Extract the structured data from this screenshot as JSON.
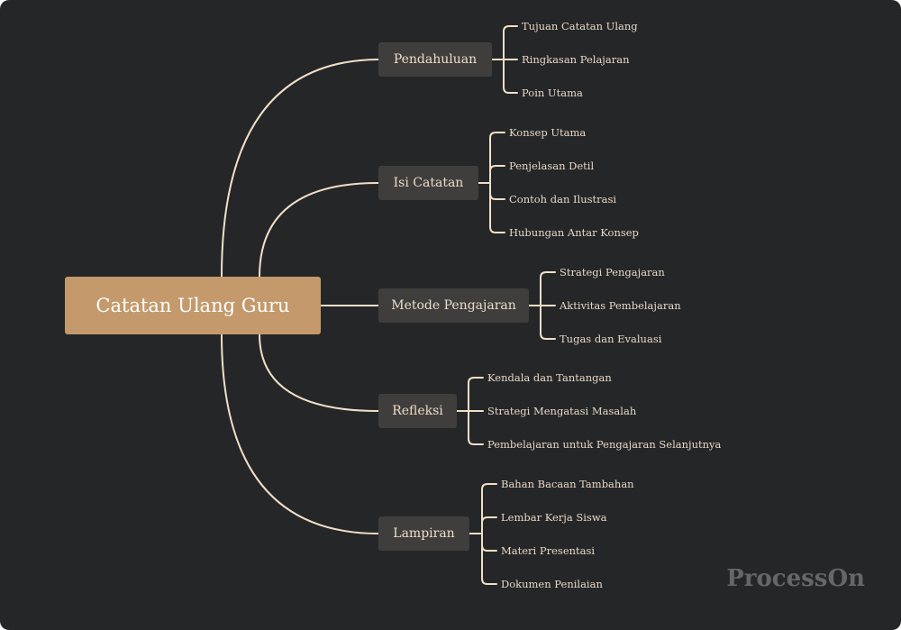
{
  "mindmap": {
    "root": "Catatan Ulang Guru",
    "branches": [
      {
        "label": "Pendahuluan",
        "children": [
          "Tujuan Catatan Ulang",
          "Ringkasan Pelajaran",
          "Poin Utama"
        ]
      },
      {
        "label": "Isi Catatan",
        "children": [
          "Konsep Utama",
          "Penjelasan Detil",
          "Contoh dan Ilustrasi",
          "Hubungan Antar Konsep"
        ]
      },
      {
        "label": "Metode Pengajaran",
        "children": [
          "Strategi Pengajaran",
          "Aktivitas Pembelajaran",
          "Tugas dan Evaluasi"
        ]
      },
      {
        "label": "Refleksi",
        "children": [
          "Kendala dan Tantangan",
          "Strategi Mengatasi Masalah",
          "Pembelajaran untuk Pengajaran Selanjutnya"
        ]
      },
      {
        "label": "Lampiran",
        "children": [
          "Bahan Bacaan Tambahan",
          "Lembar Kerja Siswa",
          "Materi Presentasi",
          "Dokumen Penilaian"
        ]
      }
    ]
  },
  "watermark": "ProcessOn",
  "colors": {
    "background": "#252627",
    "root_fill": "#c49a6c",
    "branch_fill": "#3f3e3c",
    "connector": "#f0dfc8"
  }
}
